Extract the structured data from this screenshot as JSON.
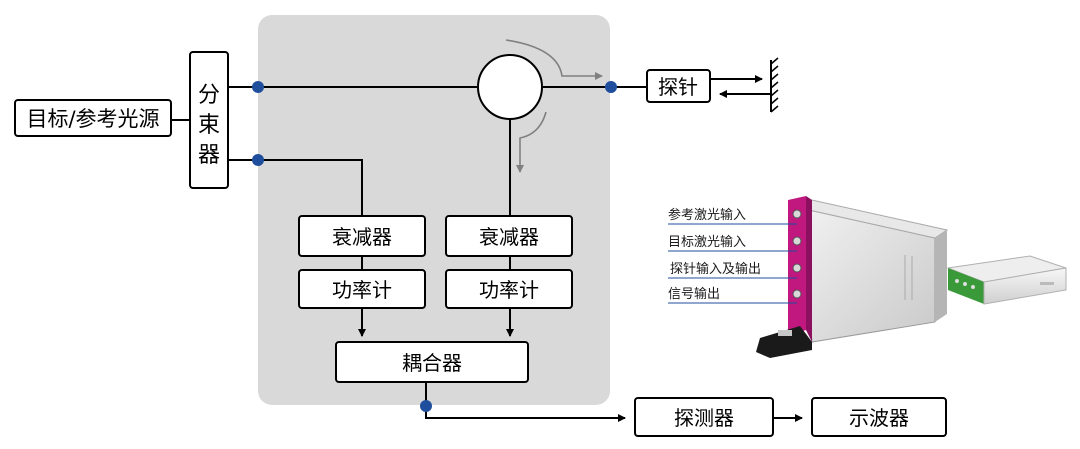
{
  "diagram": {
    "blocks": {
      "source": "目标/参考光源",
      "splitter": [
        "分",
        "束",
        "器"
      ],
      "probe": "探针",
      "attenuator_left": "衰减器",
      "attenuator_right": "衰减器",
      "power_meter_left": "功率计",
      "power_meter_right": "功率计",
      "coupler": "耦合器",
      "detector": "探测器",
      "oscilloscope": "示波器"
    },
    "module_labels": [
      "参考激光输入",
      "目标激光输入",
      "探针输入及输出",
      "信号输出"
    ],
    "colors": {
      "panel": "#d9d9d9",
      "line": "#000000",
      "node": "#1f4e9c",
      "arrow_gray": "#808080",
      "module_magenta": "#c0187e",
      "module_green": "#3a9a3a"
    }
  }
}
